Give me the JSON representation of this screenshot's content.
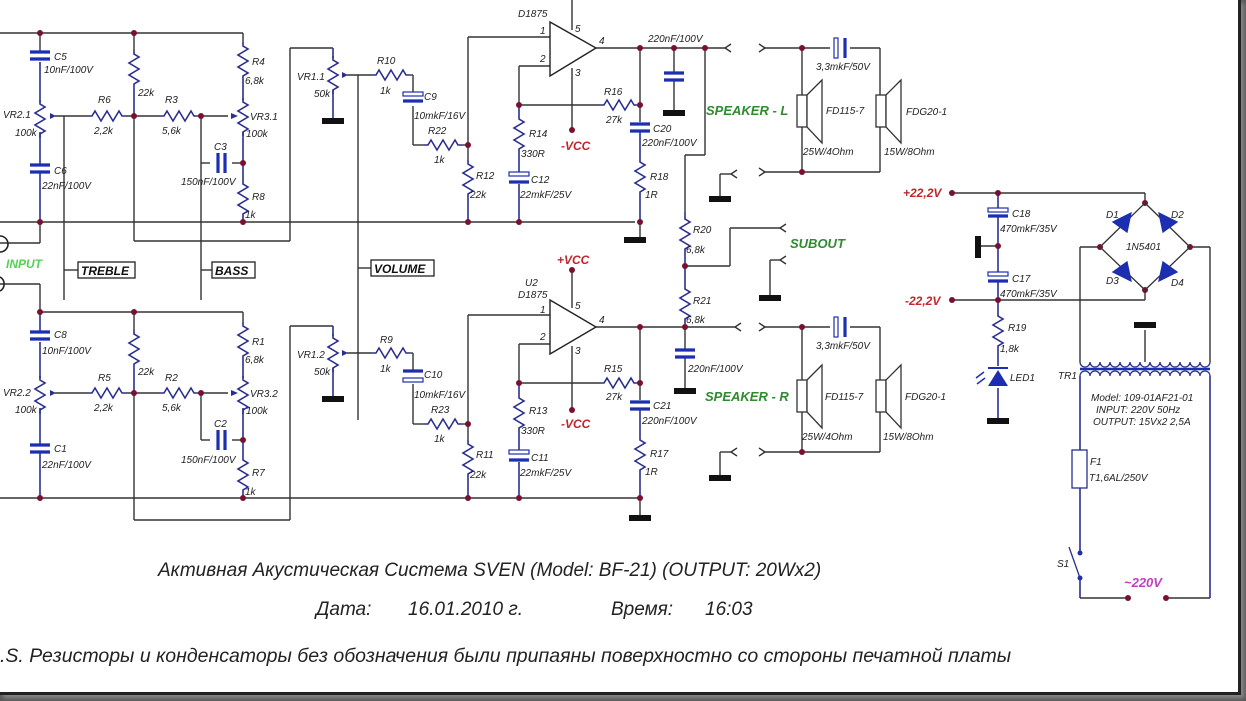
{
  "title_line": "Активная Акустическая Система SVEN (Model:  BF-21) (OUTPUT:  20Wx2)",
  "date_label": "Дата:",
  "date_value": "16.01.2010 г.",
  "time_label": "Время:",
  "time_value": "16:03",
  "note": ".S. Резисторы и конденсаторы без обозначения были припаяны поверхностно со стороны печатной платы",
  "signal_labels": {
    "input": "INPUT",
    "treble": "TREBLE",
    "bass": "BASS",
    "volume": "VOLUME",
    "speaker_l": "SPEAKER - L",
    "speaker_r": "SPEAKER - R",
    "subout": "SUBOUT"
  },
  "power": {
    "vcc_pos": "+VCC",
    "vcc_neg": "-VCC",
    "rail_pos": "+22,2V",
    "rail_neg": "-22,2V",
    "mains": "~220V"
  },
  "components": {
    "C5": {
      "ref": "C5",
      "value": "10nF/100V"
    },
    "C6": {
      "ref": "C6",
      "value": "22nF/100V"
    },
    "VR2_1": {
      "ref": "VR2.1",
      "value": "100k"
    },
    "R6": {
      "ref": "R6",
      "value": "2,2k"
    },
    "R_top22k": {
      "value": "22k"
    },
    "R3": {
      "ref": "R3",
      "value": "5,6k"
    },
    "R4": {
      "ref": "R4",
      "value": "6,8k"
    },
    "VR3_1": {
      "ref": "VR3.1",
      "value": "100k"
    },
    "C3": {
      "ref": "C3",
      "value": "150nF/100V"
    },
    "R8": {
      "ref": "R8",
      "value": "1k"
    },
    "VR1_1": {
      "ref": "VR1.1",
      "value": "50k"
    },
    "R10": {
      "ref": "R10",
      "value": "1k"
    },
    "C9": {
      "ref": "C9",
      "value": "10mkF/16V"
    },
    "R22": {
      "ref": "R22",
      "value": "1k"
    },
    "R12": {
      "ref": "R12",
      "value": "22k"
    },
    "U1": {
      "ref": "D1875",
      "pins": [
        "1",
        "2",
        "3",
        "4",
        "5"
      ]
    },
    "R14": {
      "ref": "R14",
      "value": "330R"
    },
    "C12": {
      "ref": "C12",
      "value": "22mkF/25V"
    },
    "R16": {
      "ref": "R16",
      "value": "27k"
    },
    "C20": {
      "ref": "C20",
      "value": "220nF/100V"
    },
    "R18": {
      "ref": "R18",
      "value": "1R"
    },
    "C_outL": {
      "value": "220nF/100V"
    },
    "R20": {
      "ref": "R20",
      "value": "6,8k"
    },
    "R21": {
      "ref": "R21",
      "value": "6,8k"
    },
    "C_outR": {
      "value": "220nF/100V"
    },
    "C8": {
      "ref": "C8",
      "value": "10nF/100V"
    },
    "C1": {
      "ref": "C1",
      "value": "22nF/100V"
    },
    "VR2_2": {
      "ref": "VR2.2",
      "value": "100k"
    },
    "R5": {
      "ref": "R5",
      "value": "2,2k"
    },
    "R2": {
      "ref": "R2",
      "value": "5,6k"
    },
    "R1": {
      "ref": "R1",
      "value": "6,8k"
    },
    "VR3_2": {
      "ref": "VR3.2",
      "value": "100k"
    },
    "C2": {
      "ref": "C2",
      "value": "150nF/100V"
    },
    "R7": {
      "ref": "R7",
      "value": "1k"
    },
    "VR1_2": {
      "ref": "VR1.2",
      "value": "50k"
    },
    "R9": {
      "ref": "R9",
      "value": "1k"
    },
    "C10": {
      "ref": "C10",
      "value": "10mkF/16V"
    },
    "R23": {
      "ref": "R23",
      "value": "1k"
    },
    "R11": {
      "ref": "R11",
      "value": "22k"
    },
    "U2": {
      "ref": "U2",
      "part": "D1875",
      "pins": [
        "1",
        "2",
        "3",
        "4",
        "5"
      ]
    },
    "R13": {
      "ref": "R13",
      "value": "330R"
    },
    "C11": {
      "ref": "C11",
      "value": "22mkF/25V"
    },
    "R15": {
      "ref": "R15",
      "value": "27k"
    },
    "C21": {
      "ref": "C21",
      "value": "220nF/100V"
    },
    "R17": {
      "ref": "R17",
      "value": "1R"
    },
    "C_xoverL": {
      "value": "3,3mkF/50V"
    },
    "C_xoverR": {
      "value": "3,3mkF/50V"
    },
    "SPK_woofer": {
      "model": "FD115-7",
      "rating": "25W/4Ohm"
    },
    "SPK_tweeter": {
      "model": "FDG20-1",
      "rating": "15W/8Ohm"
    },
    "C18": {
      "ref": "C18",
      "value": "470mkF/35V"
    },
    "C17": {
      "ref": "C17",
      "value": "470mkF/35V"
    },
    "R19": {
      "ref": "R19",
      "value": "1,8k"
    },
    "LED1": {
      "ref": "LED1"
    },
    "bridge": {
      "diodes": [
        "D1",
        "D2",
        "D3",
        "D4"
      ],
      "part": "1N5401"
    },
    "TR1": {
      "ref": "TR1",
      "model": "Model: 109-01AF21-01",
      "input": "INPUT: 220V  50Hz",
      "output": "OUTPUT: 15Vx2  2,5A"
    },
    "F1": {
      "ref": "F1",
      "value": "T1,6AL/250V"
    },
    "S1": {
      "ref": "S1"
    }
  }
}
